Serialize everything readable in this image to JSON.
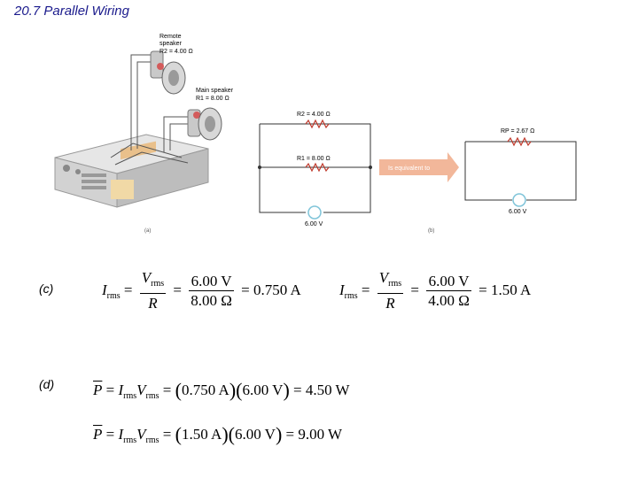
{
  "title": "20.7 Parallel Wiring",
  "figure": {
    "remote_speaker_label": [
      "Remote",
      "speaker"
    ],
    "remote_speaker_r": "R2 = 4.00 Ω",
    "main_speaker_label": "Main speaker",
    "main_speaker_r": "R1 = 8.00 Ω",
    "r2_label": "R2 = 4.00 Ω",
    "r1_label": "R1 = 8.00 Ω",
    "source_a_label": "6.00 V",
    "equivalent_arrow": "Is equivalent to",
    "rp_label": "RP = 2.67 Ω",
    "source_b_label": "6.00 V",
    "caption_a": "(a)",
    "caption_b": "(b)"
  },
  "parts": {
    "c_label": "(c)",
    "d_label": "(d)"
  },
  "equations": {
    "c1": {
      "lhs": "I",
      "lhs_sub": "rms",
      "num": "V",
      "num_sub": "rms",
      "den": "R",
      "num_val": "6.00 V",
      "den_val": "8.00 Ω",
      "result": "= 0.750 A"
    },
    "c2": {
      "lhs": "I",
      "lhs_sub": "rms",
      "num": "V",
      "num_sub": "rms",
      "den": "R",
      "num_val": "6.00 V",
      "den_val": "4.00 Ω",
      "result": "= 1.50 A"
    },
    "d1": {
      "lhs": "P",
      "i_sub": "rms",
      "v_sub": "rms",
      "factor1": "0.750 A",
      "factor2": "6.00 V",
      "result": "= 4.50 W"
    },
    "d2": {
      "lhs": "P",
      "i_sub": "rms",
      "v_sub": "rms",
      "factor1": "1.50 A",
      "factor2": "6.00 V",
      "result": "= 9.00 W"
    }
  },
  "colors": {
    "title": "#1a1a8c",
    "resistor": "#c0392b",
    "arrow": "#f2b79a",
    "source": "#7fc4d9",
    "wire": "#333333"
  }
}
